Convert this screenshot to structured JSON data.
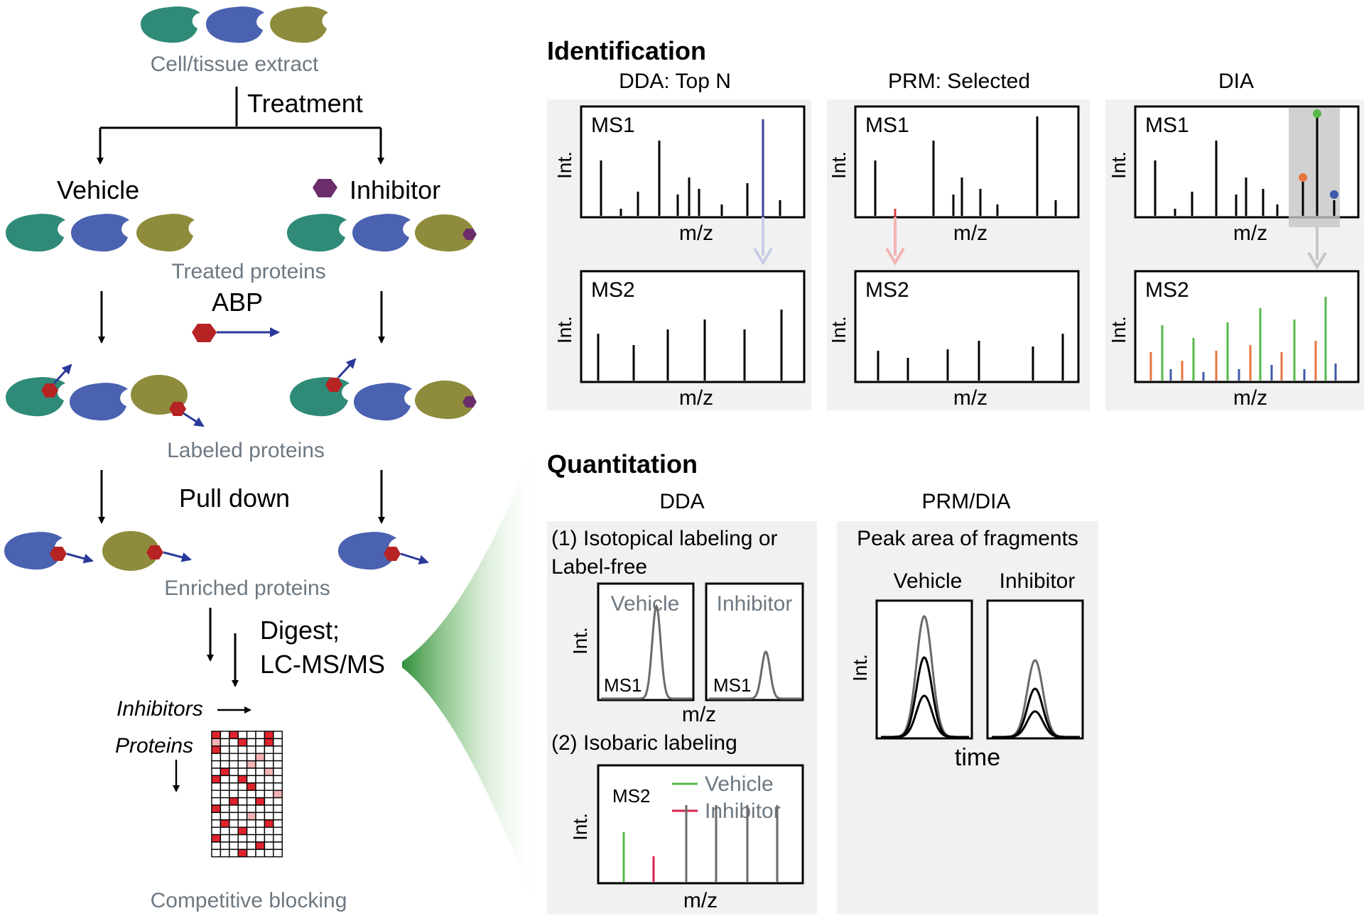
{
  "workflow": {
    "extract_label": "Cell/tissue extract",
    "treatment_label": "Treatment",
    "vehicle_label": "Vehicle",
    "inhibitor_label": "Inhibitor",
    "treated_label": "Treated proteins",
    "abp_label": "ABP",
    "labeled_label": "Labeled proteins",
    "pulldown_label": "Pull down",
    "enriched_label": "Enriched proteins",
    "digest_label_1": "Digest;",
    "digest_label_2": "LC-MS/MS",
    "inhibitors_axis": "Inhibitors",
    "proteins_axis": "Proteins",
    "blocking_label": "Competitive blocking"
  },
  "identification": {
    "heading": "Identification",
    "panels": [
      {
        "title": "DDA: Top N",
        "ms1": "MS1",
        "ms2": "MS2",
        "ylabel": "Int.",
        "xlabel": "m/z"
      },
      {
        "title": "PRM: Selected",
        "ms1": "MS1",
        "ms2": "MS2",
        "ylabel": "Int.",
        "xlabel": "m/z"
      },
      {
        "title": "DIA",
        "ms1": "MS1",
        "ms2": "MS2",
        "ylabel": "Int.",
        "xlabel": "m/z"
      }
    ]
  },
  "quantitation": {
    "heading": "Quantitation",
    "dda": {
      "title": "DDA",
      "sub1_line1": "(1) Isotopical labeling or",
      "sub1_line2": "Label-free",
      "vehicle": "Vehicle",
      "inhibitor": "Inhibitor",
      "ms1": "MS1",
      "ylabel": "Int.",
      "xlabel": "m/z",
      "sub2": "(2) Isobaric labeling",
      "ms2": "MS2",
      "legend_vehicle": "Vehicle",
      "legend_inhibitor": "Inhibitor"
    },
    "prm": {
      "title": "PRM/DIA",
      "subtitle": "Peak area of fragments",
      "vehicle": "Vehicle",
      "inhibitor": "Inhibitor",
      "ylabel": "Int.",
      "xlabel": "time"
    }
  },
  "colors": {
    "teal": "#2f8a78",
    "blue": "#3f5aa8",
    "olive": "#8e8c3c",
    "purple": "#6b2d6b",
    "red": "#b52323",
    "navy": "#2a3a9a",
    "green": "#56b848",
    "orange": "#e8743f",
    "panel_bg": "#f1f1f1",
    "gray_text": "#6d7882"
  }
}
